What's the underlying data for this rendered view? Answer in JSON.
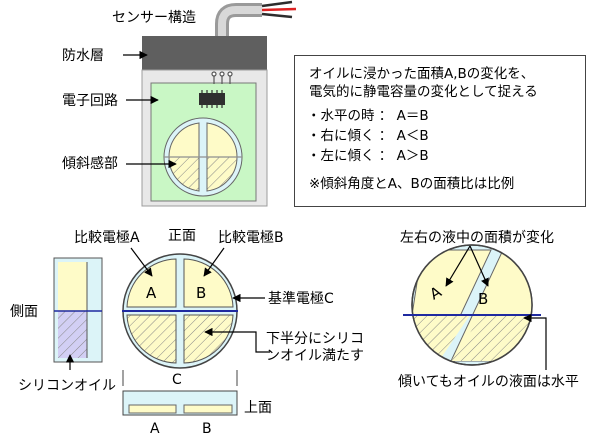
{
  "sensor": {
    "title": "センサー構造",
    "waterproof_layer": "防水層",
    "circuit": "電子回路",
    "tilt_sensor": "傾斜感部"
  },
  "info_box": {
    "line1": "オイルに浸かった面積A,Bの変化を、",
    "line2": "電気的に静電容量の変化として捉える",
    "level": "・水平の時 ： A＝B",
    "right": "・右に傾く ： A＜B",
    "left": "・左に傾く ： A＞B",
    "note": "※傾斜角度とA、Bの面積比は比例"
  },
  "front": {
    "electrode_a": "比較電極A",
    "front_view": "正面",
    "electrode_b": "比較電極B",
    "label_a": "A",
    "label_b": "B",
    "reference": "基準電極C",
    "silicone_fill_1": "下半分にシリコ",
    "silicone_fill_2": "ンオイル満たす",
    "label_c": "C"
  },
  "side": {
    "side_view": "側面",
    "silicone_oil": "シリコンオイル"
  },
  "top": {
    "top_view": "上面",
    "label_a": "A",
    "label_b": "B"
  },
  "tilted": {
    "area_change": "左右の液中の面積が変化",
    "label_a": "A",
    "label_b": "B",
    "level_note": "傾いてもオイルの液面は水平"
  },
  "colors": {
    "cream": "#fefbc8",
    "plate_green": "#c9f7c5",
    "light_cyan": "#dcf4f8",
    "side_purple": "#c8c6f0",
    "oil_line": "#1f2aa0",
    "hatch": "#777777",
    "box_top": "#5c5c5c",
    "box_body": "#e7e7e7"
  }
}
